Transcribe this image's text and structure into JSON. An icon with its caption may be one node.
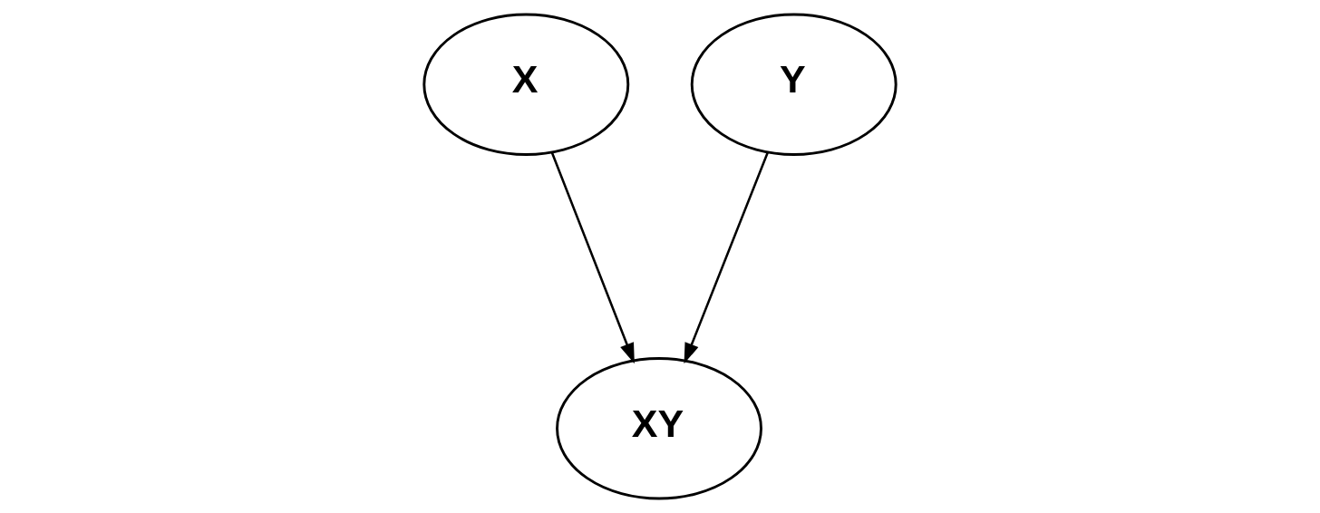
{
  "diagram": {
    "nodes": [
      {
        "text": [
          "X"
        ]
      },
      {
        "text": [
          "Y"
        ]
      },
      {
        "text": [
          "XY"
        ]
      }
    ],
    "edges": [
      {
        "from": 0,
        "to": 2,
        "arrow": "to"
      },
      {
        "from": 1,
        "to": 2,
        "arrow": "to"
      }
    ]
  }
}
